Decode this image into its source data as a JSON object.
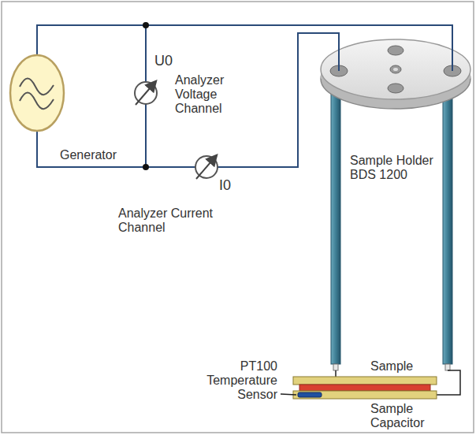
{
  "diagram": {
    "labels": [
      "U0",
      "Analyzer Voltage Channel",
      "Generator",
      "I0",
      "Analyzer Current Channel",
      "Sample Holder BDS 1200",
      "Sample",
      "PT100 Temperature Sensor",
      "Sample Capacitor"
    ]
  }
}
